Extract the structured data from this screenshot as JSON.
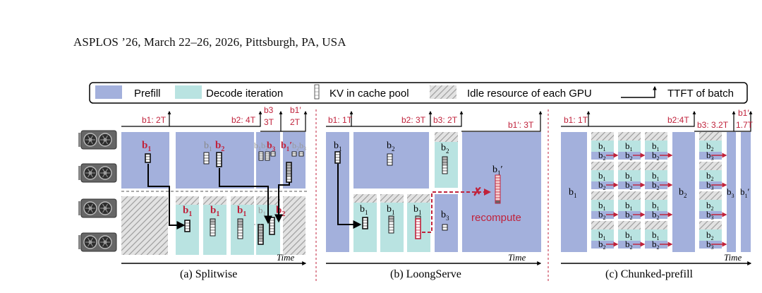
{
  "header": {
    "running_head": "ASPLOS ’26, March 22–26, 2026, Pittsburgh, PA, USA"
  },
  "legend": {
    "prefill": "Prefill",
    "decode": "Decode iteration",
    "kv": "KV in cache pool",
    "idle": "Idle resource of each GPU",
    "ttft": "TTFT of batch"
  },
  "colors": {
    "prefill": "#a3b0dc",
    "decode": "#b9e3e1",
    "red_label": "#c0223b",
    "axis": "#000000"
  },
  "common": {
    "time_label": "Time",
    "b1": "b",
    "b2": "b",
    "b3": "b",
    "sub1": "1",
    "sub2": "2",
    "sub3": "3",
    "prime": "′"
  },
  "panel_a": {
    "caption": "(a) Splitwise",
    "ttft": [
      "b1: 2T",
      "b2: 4T",
      "b3",
      "3T",
      "b1′",
      "2T"
    ]
  },
  "panel_b": {
    "caption": "(b) LoongServe",
    "ttft": [
      "b1: 1T",
      "b2: 3T",
      "b3: 2T",
      "b1′: 3T"
    ],
    "recompute": "recompute"
  },
  "panel_c": {
    "caption": "(c) Chunked-prefill",
    "ttft": [
      "b1: 1T",
      "b2:4T",
      "b3: 3.2T",
      "b1′",
      "1.7T"
    ]
  }
}
